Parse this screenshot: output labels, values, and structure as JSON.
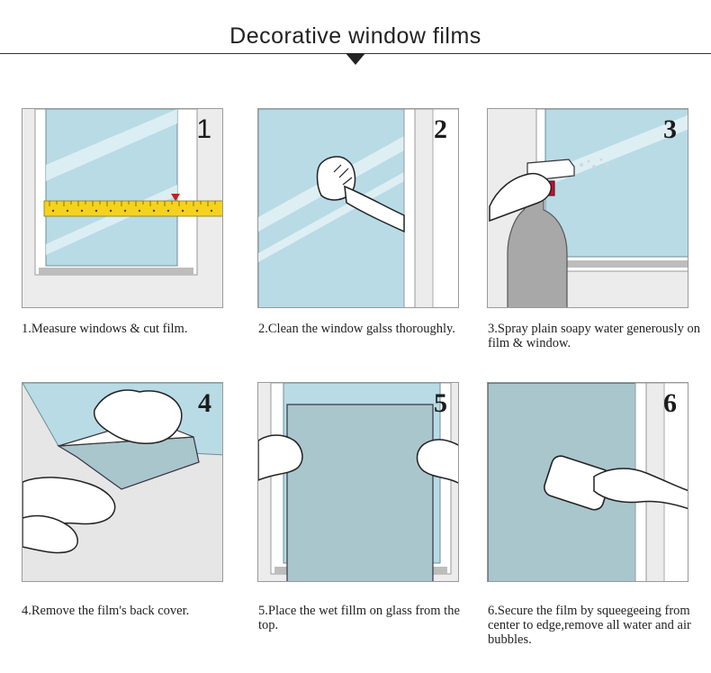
{
  "title": "Decorative window films",
  "steps": [
    {
      "number": "1",
      "caption": "1.Measure windows & cut film."
    },
    {
      "number": "2",
      "caption": "2.Clean the window galss thoroughly."
    },
    {
      "number": "3",
      "caption": "3.Spray plain soapy water generously on film & window."
    },
    {
      "number": "4",
      "caption": "4.Remove the film's back cover."
    },
    {
      "number": "5",
      "caption": "5.Place the wet fillm on glass from the top."
    },
    {
      "number": "6",
      "caption": "6.Secure the film by squeegeeing from center to edge,remove all water and air bubbles."
    }
  ],
  "colors": {
    "glass": "#b8dbe6",
    "film": "#a9c6cc",
    "frame": "#ffffff",
    "wall": "#ececec",
    "tape": "#f5d21f",
    "trigger": "#c8102e",
    "text": "#222222"
  }
}
